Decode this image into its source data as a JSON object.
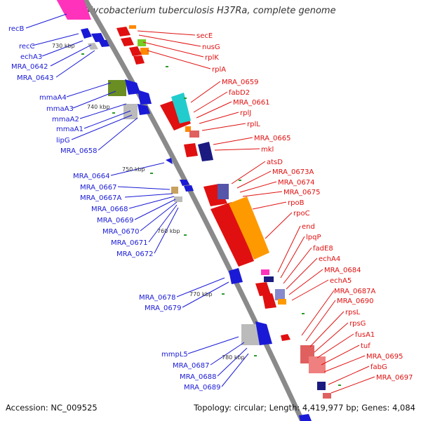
{
  "title": "Mycobacterium tuberculosis H37Ra, complete genome",
  "accession": "Accession: NC_009525",
  "topology": "Topology: circular; Length: 4,419,977 bp; Genes: 4,084",
  "kbp_ticks": [
    "730 kbp",
    "740 kbp",
    "750 kbp",
    "760 kbp",
    "770 kbp",
    "780 kbp"
  ],
  "genes_left": [
    "recB",
    "recC",
    "echA3",
    "MRA_0642",
    "MRA_0643",
    "mmaA4",
    "mmaA3",
    "mmaA2",
    "mmaA1",
    "lipG",
    "MRA_0658",
    "MRA_0664",
    "MRA_0667",
    "MRA_0667A",
    "MRA_0668",
    "MRA_0669",
    "MRA_0670",
    "MRA_0671",
    "MRA_0672",
    "MRA_0678",
    "MRA_0679",
    "mmpL5",
    "MRA_0687",
    "MRA_0688",
    "MRA_0689"
  ],
  "genes_right": [
    "secE",
    "nusG",
    "rplK",
    "rplA",
    "MRA_0659",
    "fabD2",
    "MRA_0661",
    "rplJ",
    "rplL",
    "MRA_0665",
    "mkl",
    "atsD",
    "MRA_0673A",
    "MRA_0674",
    "MRA_0675",
    "rpoB",
    "rpoC",
    "end",
    "lpqP",
    "fadE8",
    "echA4",
    "MRA_0684",
    "echA5",
    "MRA_0687A",
    "MRA_0690",
    "rpsL",
    "rpsG",
    "fusA1",
    "tuf",
    "MRA_0695",
    "fabG",
    "MRA_0697"
  ],
  "colors": {
    "left_label": "#1a1ad6",
    "right_label": "#e01010",
    "backbone": "#8a8a8a"
  }
}
